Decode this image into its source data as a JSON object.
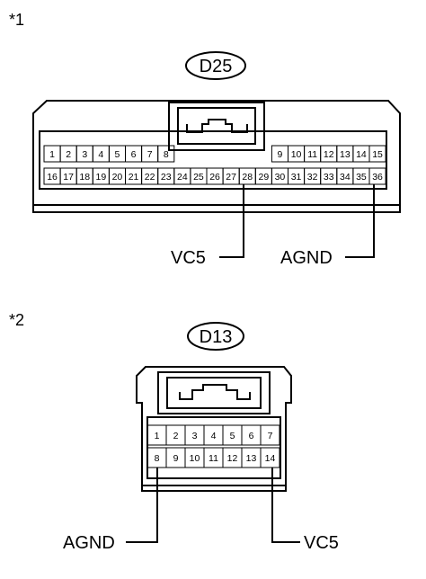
{
  "figure1": {
    "marker": "*1",
    "connector_id": "D25",
    "pins_row1_left": [
      "1",
      "2",
      "3",
      "4",
      "5",
      "6",
      "7",
      "8"
    ],
    "pins_row1_right": [
      "9",
      "10",
      "11",
      "12",
      "13",
      "14",
      "15"
    ],
    "pins_row2": [
      "16",
      "17",
      "18",
      "19",
      "20",
      "21",
      "22",
      "23",
      "24",
      "25",
      "26",
      "27",
      "28",
      "29",
      "30",
      "31",
      "32",
      "33",
      "34",
      "35",
      "36"
    ],
    "signal_left": {
      "label": "VC5",
      "pin": "28"
    },
    "signal_right": {
      "label": "AGND",
      "pin": "36"
    }
  },
  "figure2": {
    "marker": "*2",
    "connector_id": "D13",
    "pins_row1": [
      "1",
      "2",
      "3",
      "4",
      "5",
      "6",
      "7"
    ],
    "pins_row2": [
      "8",
      "9",
      "10",
      "11",
      "12",
      "13",
      "14"
    ],
    "signal_left": {
      "label": "AGND",
      "pin": "8"
    },
    "signal_right": {
      "label": "VC5",
      "pin": "14"
    }
  }
}
